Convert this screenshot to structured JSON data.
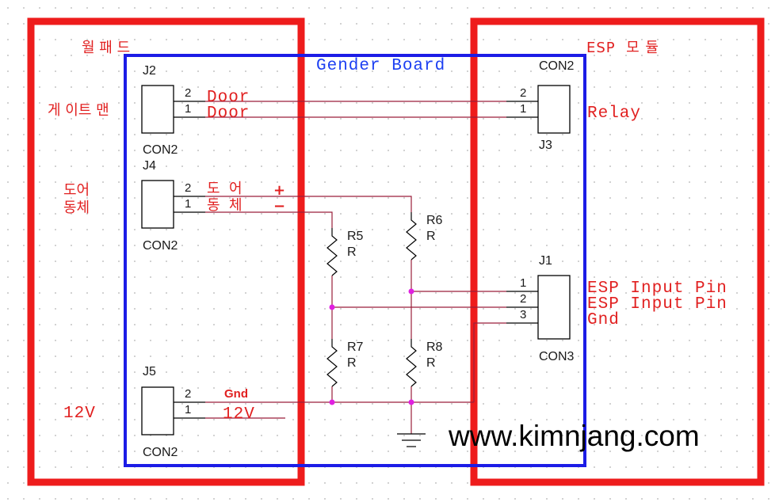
{
  "modules": {
    "wallpad_label": "월 패 드",
    "esp_label": "ESP  모 듈",
    "gender_board_label": "Gender Board"
  },
  "connectors": {
    "j2": {
      "ref": "J2",
      "type": "CON2",
      "pin2": "2",
      "pin1": "1"
    },
    "j3": {
      "ref": "J3",
      "type": "CON2",
      "pin2": "2",
      "pin1": "1"
    },
    "j4": {
      "ref": "J4",
      "type": "CON2",
      "pin2": "2",
      "pin1": "1"
    },
    "j5": {
      "ref": "J5",
      "type": "CON2",
      "pin2": "2",
      "pin1": "1"
    },
    "j1": {
      "ref": "J1",
      "type": "CON3",
      "pin1": "1",
      "pin2": "2",
      "pin3": "3"
    }
  },
  "resistors": {
    "r5": {
      "ref": "R5",
      "value": "R"
    },
    "r6": {
      "ref": "R6",
      "value": "R"
    },
    "r7": {
      "ref": "R7",
      "value": "R"
    },
    "r8": {
      "ref": "R8",
      "value": "R"
    }
  },
  "net_labels": {
    "door_2": "Door",
    "door_1": "Door",
    "relay": "Relay",
    "door_plus": "도  어",
    "door_minus": "동  체",
    "plus_sign": "+",
    "minus_sign": "−",
    "esp_input_1": "ESP Input Pin",
    "esp_input_2": "ESP Input Pin",
    "gnd_esp": "Gnd",
    "gnd_wire": "Gnd",
    "v12_wire": "12V"
  },
  "side_labels": {
    "gateman": "게 이트 맨",
    "door_line1": "도어",
    "door_line2": "동체",
    "v12": "12V"
  },
  "watermark": "www.kimnjang.com",
  "colors": {
    "module_border": "#ee1c1c",
    "gender_border": "#1c1ce6",
    "wire": "#9a1f3a",
    "part": "#000000",
    "junction": "#e020e0",
    "net_label": "#e12020"
  }
}
